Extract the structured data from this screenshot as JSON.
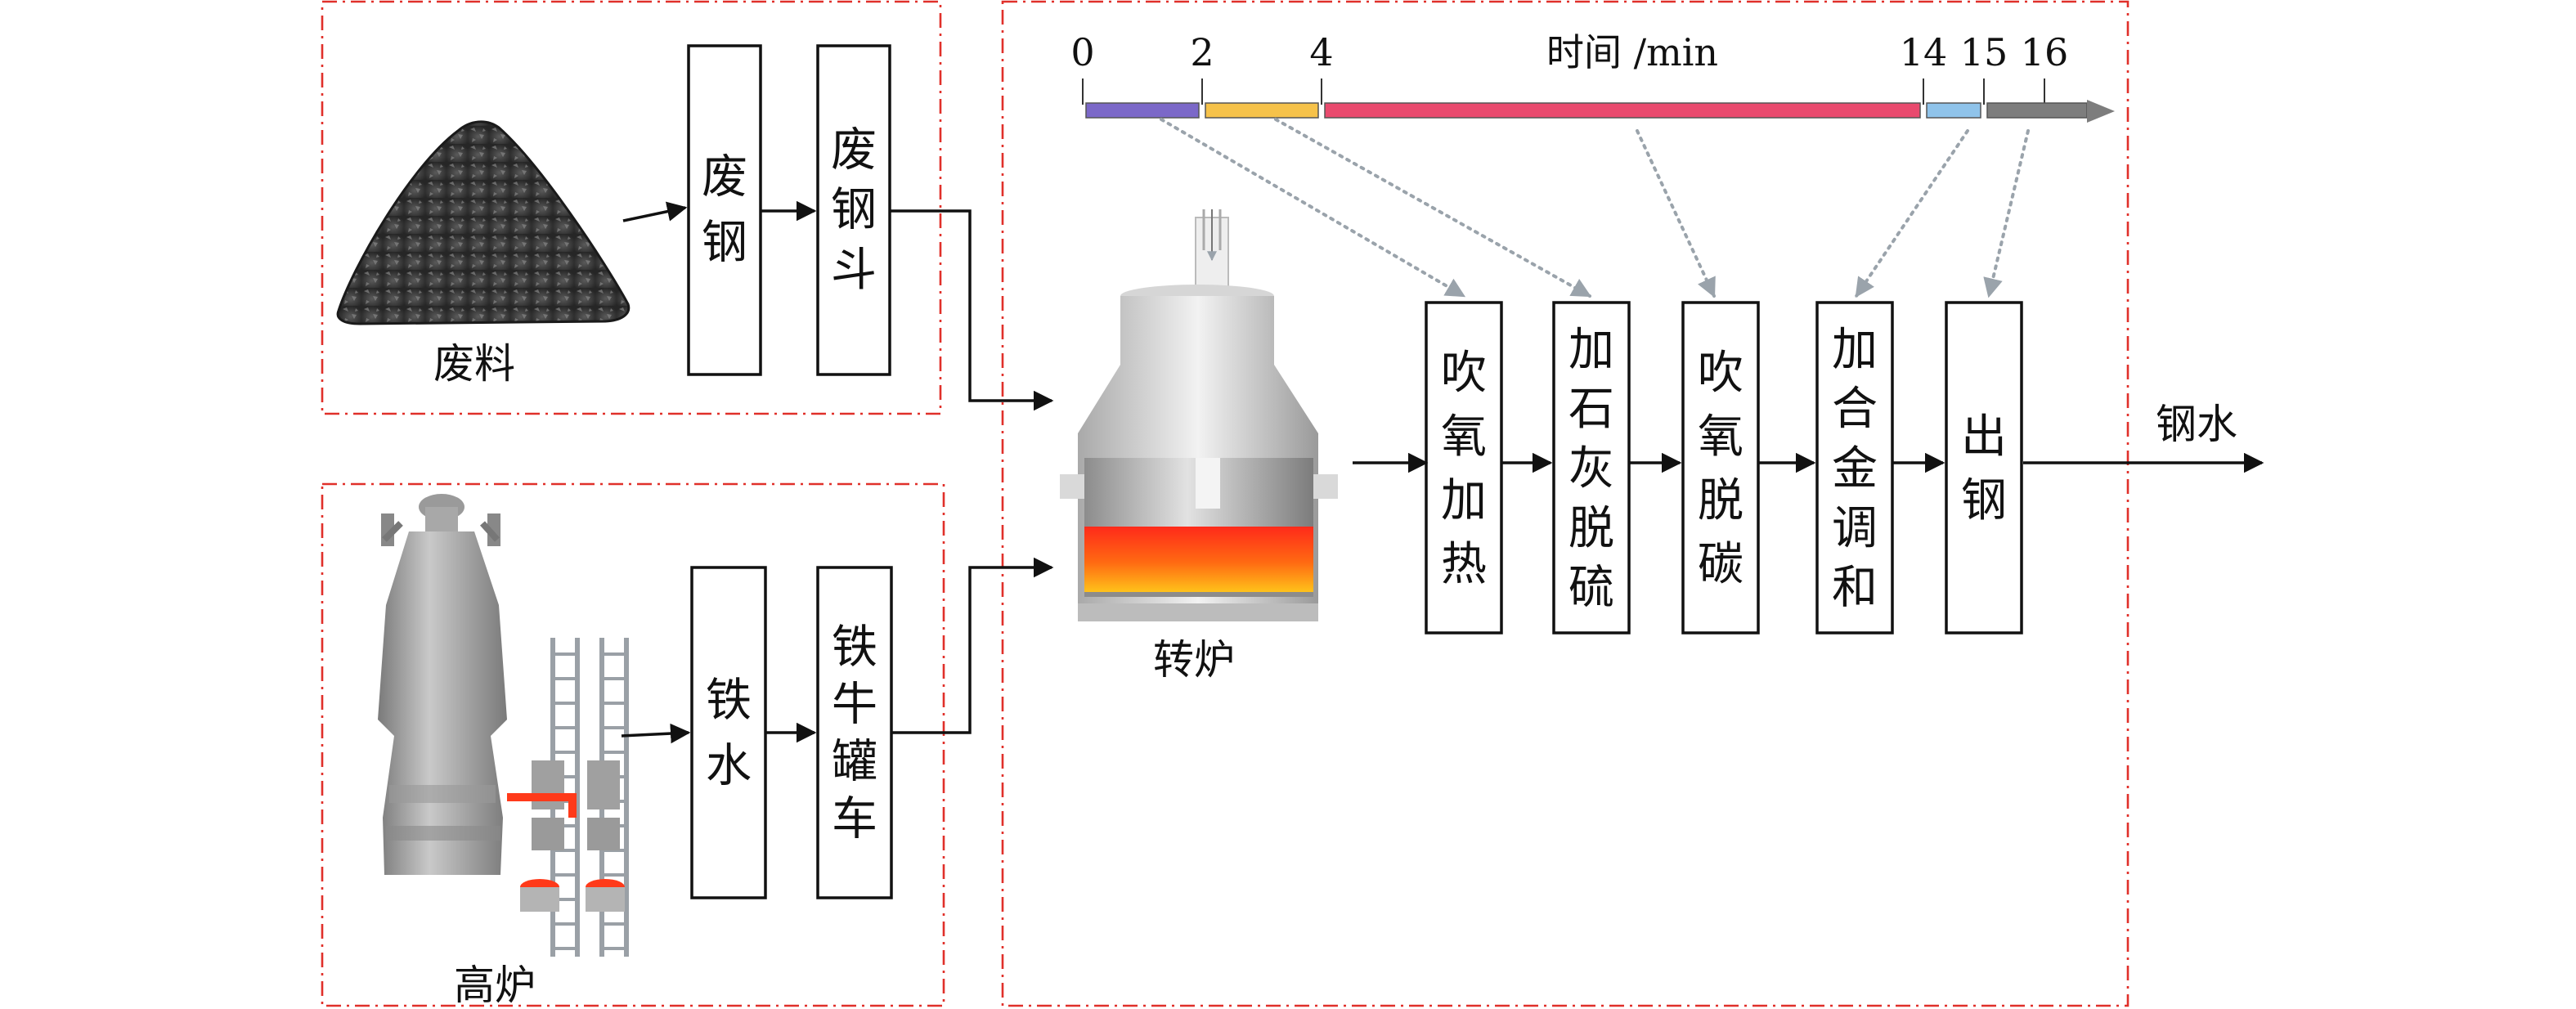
{
  "timeline": {
    "axis_label": "时间 /min",
    "ticks": [
      "0",
      "2",
      "4",
      "14",
      "15",
      "16"
    ],
    "segments": [
      {
        "from": 0,
        "to": 2,
        "color": "#7b68c8"
      },
      {
        "from": 2,
        "to": 4,
        "color": "#f6c24a"
      },
      {
        "from": 4,
        "to": 14,
        "color": "#e94a6e"
      },
      {
        "from": 14,
        "to": 15,
        "color": "#8fc3ea"
      },
      {
        "from": 15,
        "to": 16,
        "color": "#7d7d7d"
      }
    ]
  },
  "scrap": {
    "pile_label": "废料",
    "box1": [
      "废",
      "钢"
    ],
    "box2": [
      "废",
      "钢",
      "斗"
    ]
  },
  "furnace": {
    "blast_label": "高炉",
    "box1": [
      "铁",
      "水"
    ],
    "box2": [
      "铁",
      "牛",
      "罐",
      "车"
    ]
  },
  "converter_label": "转炉",
  "steps": [
    {
      "chars": [
        "吹",
        "氧",
        "加",
        "热"
      ]
    },
    {
      "chars": [
        "加",
        "石",
        "灰",
        "脱",
        "硫"
      ]
    },
    {
      "chars": [
        "吹",
        "氧",
        "脱",
        "碳"
      ]
    },
    {
      "chars": [
        "加",
        "合",
        "金",
        "调",
        "和"
      ]
    },
    {
      "chars": [
        "出",
        "钢"
      ]
    }
  ],
  "output_label": "钢水",
  "colors": {
    "frame": "#e0302a",
    "molten": "#ff4a1a",
    "dotted": "#9aa3ab"
  }
}
